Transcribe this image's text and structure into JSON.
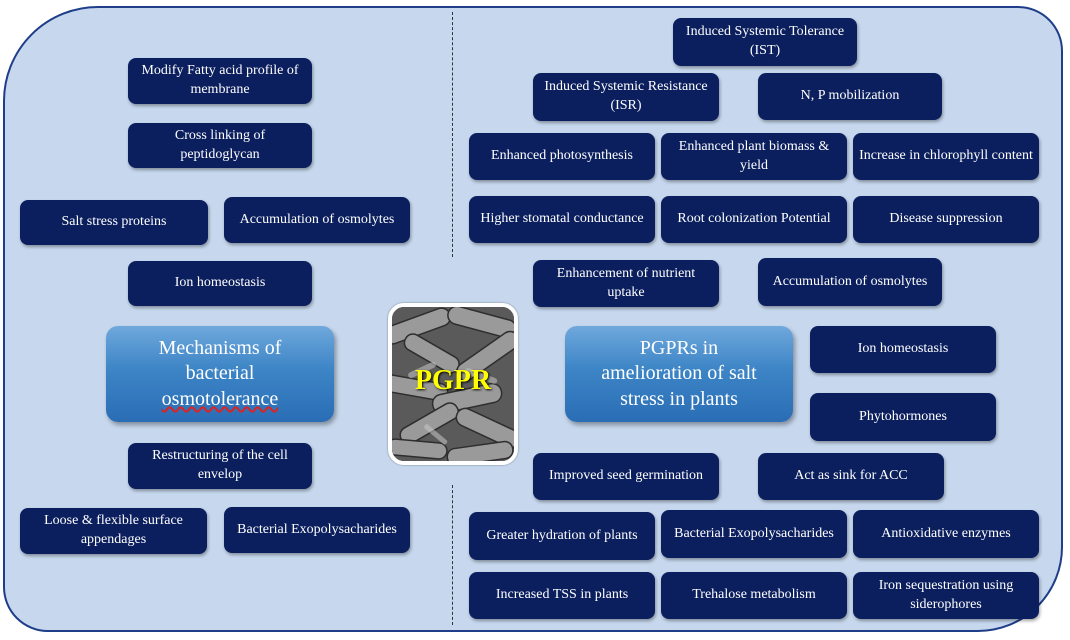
{
  "center": {
    "label": "PGPR"
  },
  "left": {
    "hub": {
      "line1": "Mechanisms of",
      "line2": "bacterial",
      "line3": "osmotolerance"
    },
    "boxes": {
      "fatty_acid": "Modify Fatty acid profile of membrane",
      "cross_linking": "Cross linking of peptidoglycan",
      "salt_stress_proteins": "Salt stress proteins",
      "accumulation_osmolytes": "Accumulation  of osmolytes",
      "ion_homeostasis": "Ion homeostasis",
      "restructuring": "Restructuring of the cell envelop",
      "loose_flexible": "Loose & flexible surface appendages",
      "exopolysacharides": "Bacterial Exopolysacharides"
    }
  },
  "right": {
    "hub": {
      "line1": "PGPRs in",
      "line2": "amelioration of salt",
      "line3": "stress in plants"
    },
    "boxes": {
      "ist": "Induced Systemic Tolerance (IST)",
      "isr": "Induced Systemic Resistance (ISR)",
      "np_mobilization": "N, P mobilization",
      "photosynthesis": "Enhanced photosynthesis",
      "biomass": "Enhanced plant biomass & yield",
      "chlorophyll": "Increase in chlorophyll content",
      "stomatal": "Higher stomatal conductance",
      "root_colonization": "Root colonization Potential",
      "disease": "Disease suppression",
      "nutrient_uptake": "Enhancement of nutrient uptake",
      "accumulation_osmolytes": "Accumulation  of osmolytes",
      "ion_homeostasis": "Ion homeostasis",
      "phytohormones": "Phytohormones",
      "seed_germination": "Improved seed germination",
      "sink_acc": "Act as sink for ACC",
      "hydration": "Greater hydration of plants",
      "exopolysacharides": "Bacterial Exopolysacharides",
      "antioxidative": "Antioxidative enzymes",
      "tss": "Increased TSS in plants",
      "trehalose": "Trehalose metabolism",
      "iron": "Iron sequestration using siderophores"
    }
  }
}
